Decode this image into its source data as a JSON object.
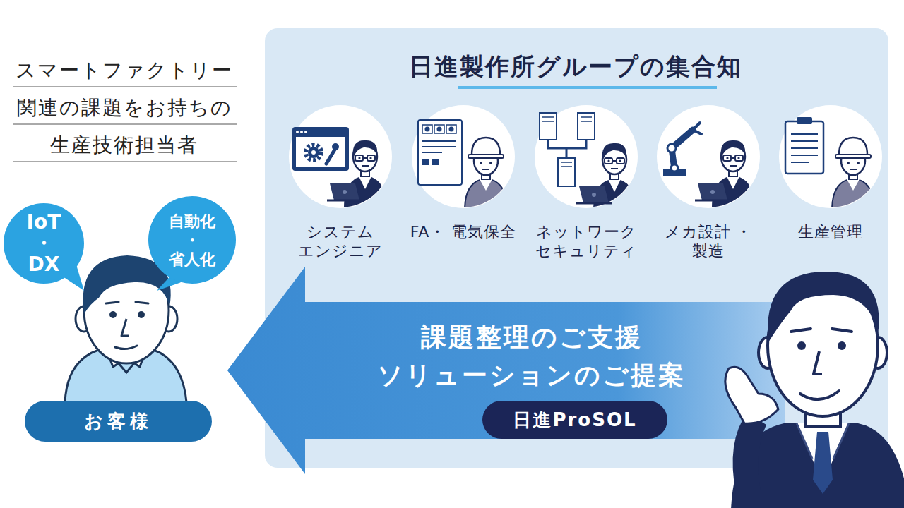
{
  "diagram": {
    "nodes": [
      {
        "text": [
          "IoT ・ DX"
        ]
      },
      {
        "text": [
          "自動化 ・ 省人化"
        ]
      },
      {
        "text": [
          "お客様"
        ]
      },
      {
        "text": [
          "日進製作所グループの集合知"
        ]
      },
      {
        "text": [
          "システム エンジニア"
        ],
        "in": 3
      },
      {
        "text": [
          "FA・ 電気保全"
        ],
        "in": 3
      },
      {
        "text": [
          "ネットワーク セキュリティ"
        ],
        "in": 3
      },
      {
        "text": [
          "メカ設計 ・製造"
        ],
        "in": 3
      },
      {
        "text": [
          "生産管理"
        ],
        "in": 3
      },
      {
        "text": [
          "課題整理のご支援 ソリューションのご提案"
        ]
      },
      {
        "text": [
          "日進ProSOL"
        ],
        "in": 9
      }
    ],
    "labels": [
      "スマートファクトリー 関連の課題をお持ちの 生産技術担当者"
    ]
  }
}
